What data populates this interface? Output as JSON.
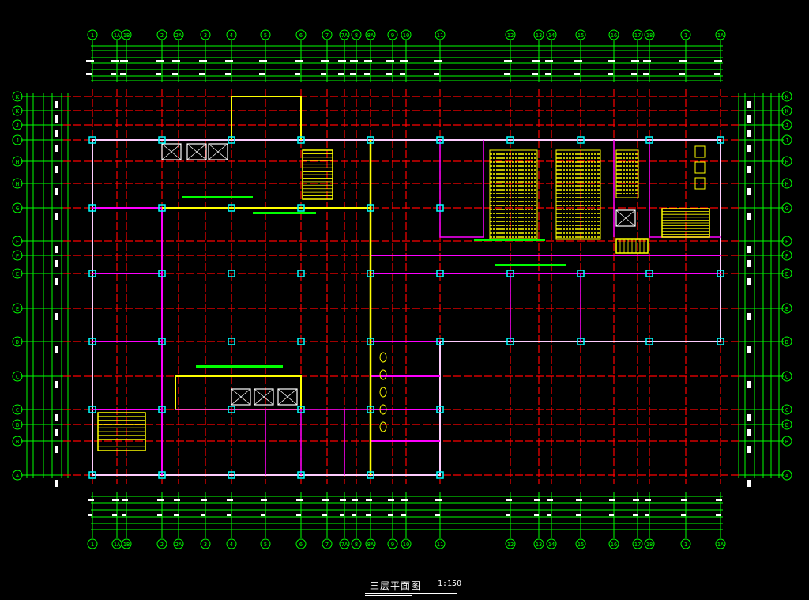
{
  "drawing": {
    "title": "三层平面图",
    "scale": "1:150",
    "background": "#000000",
    "colors": {
      "axis": "#00ff00",
      "grid": "#ff0000",
      "wall": "#ff00ff",
      "furniture": "#ffff00",
      "column": "#00ffff",
      "text": "#ffffff"
    }
  },
  "axes": {
    "top_labels": [
      "1",
      "1A",
      "1B",
      "2",
      "2A",
      "3",
      "4",
      "5",
      "6",
      "7",
      "7A",
      "8",
      "8A",
      "9",
      "10",
      "11",
      "12",
      "13",
      "14",
      "15",
      "16",
      "17",
      "18"
    ],
    "side_labels": [
      "K",
      "J",
      "H",
      "G",
      "F",
      "E",
      "D",
      "C",
      "B",
      "A"
    ]
  }
}
